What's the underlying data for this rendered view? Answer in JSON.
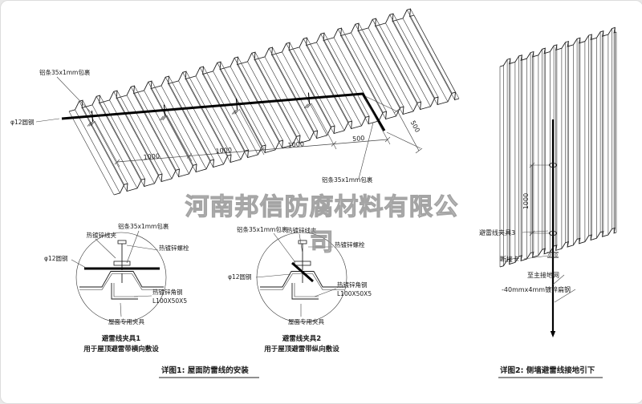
{
  "watermark": "河南邦信防腐材料有限公司",
  "colors": {
    "red": "#cc2020",
    "line": "#1a1a1a"
  },
  "roof": {
    "al_strip_top": "铝条35x1mm包裹",
    "al_strip_right": "铝条35x1mm包裹",
    "round_steel": "φ12圆钢",
    "dims": [
      "1000",
      "1000",
      "1000",
      "500"
    ],
    "dim_side": "500"
  },
  "clamp1": {
    "title": "避雷线夹具1",
    "subtitle": "用于屋顶避雷带横向敷设",
    "wire_clip": "热镀锌线夹",
    "al_strip": "铝条35x1mm包裹",
    "bolt": "热镀锌螺栓",
    "round_steel": "φ12圆钢",
    "angle_steel": "热镀锌角钢",
    "angle_spec": "L100X50X5",
    "roof_fixture": "屋面专用夹具"
  },
  "clamp2": {
    "title": "避雷线夹具2",
    "subtitle": "用于屋顶避雷带纵向敷设",
    "al_strip": "铝条35x1mm包裹",
    "wire_clip": "热镀锌线夹",
    "bolt": "热镀锌螺栓",
    "round_steel": "φ12圆钢",
    "angle_steel": "热镀锌角钢",
    "angle_spec": "L100X50X5",
    "roof_fixture": "屋面专用夹具"
  },
  "wall": {
    "clamp3": "避雷线夹具3",
    "disconnect": "断接卡",
    "to_ground": "至主接地网",
    "flat_steel": "-40mmx4mm镀锌扁钢",
    "dim": "1000"
  },
  "captions": {
    "detail1": "详图1: 屋面防雷线的安装",
    "detail2": "详图2: 侧墙避雷线接地引下"
  }
}
